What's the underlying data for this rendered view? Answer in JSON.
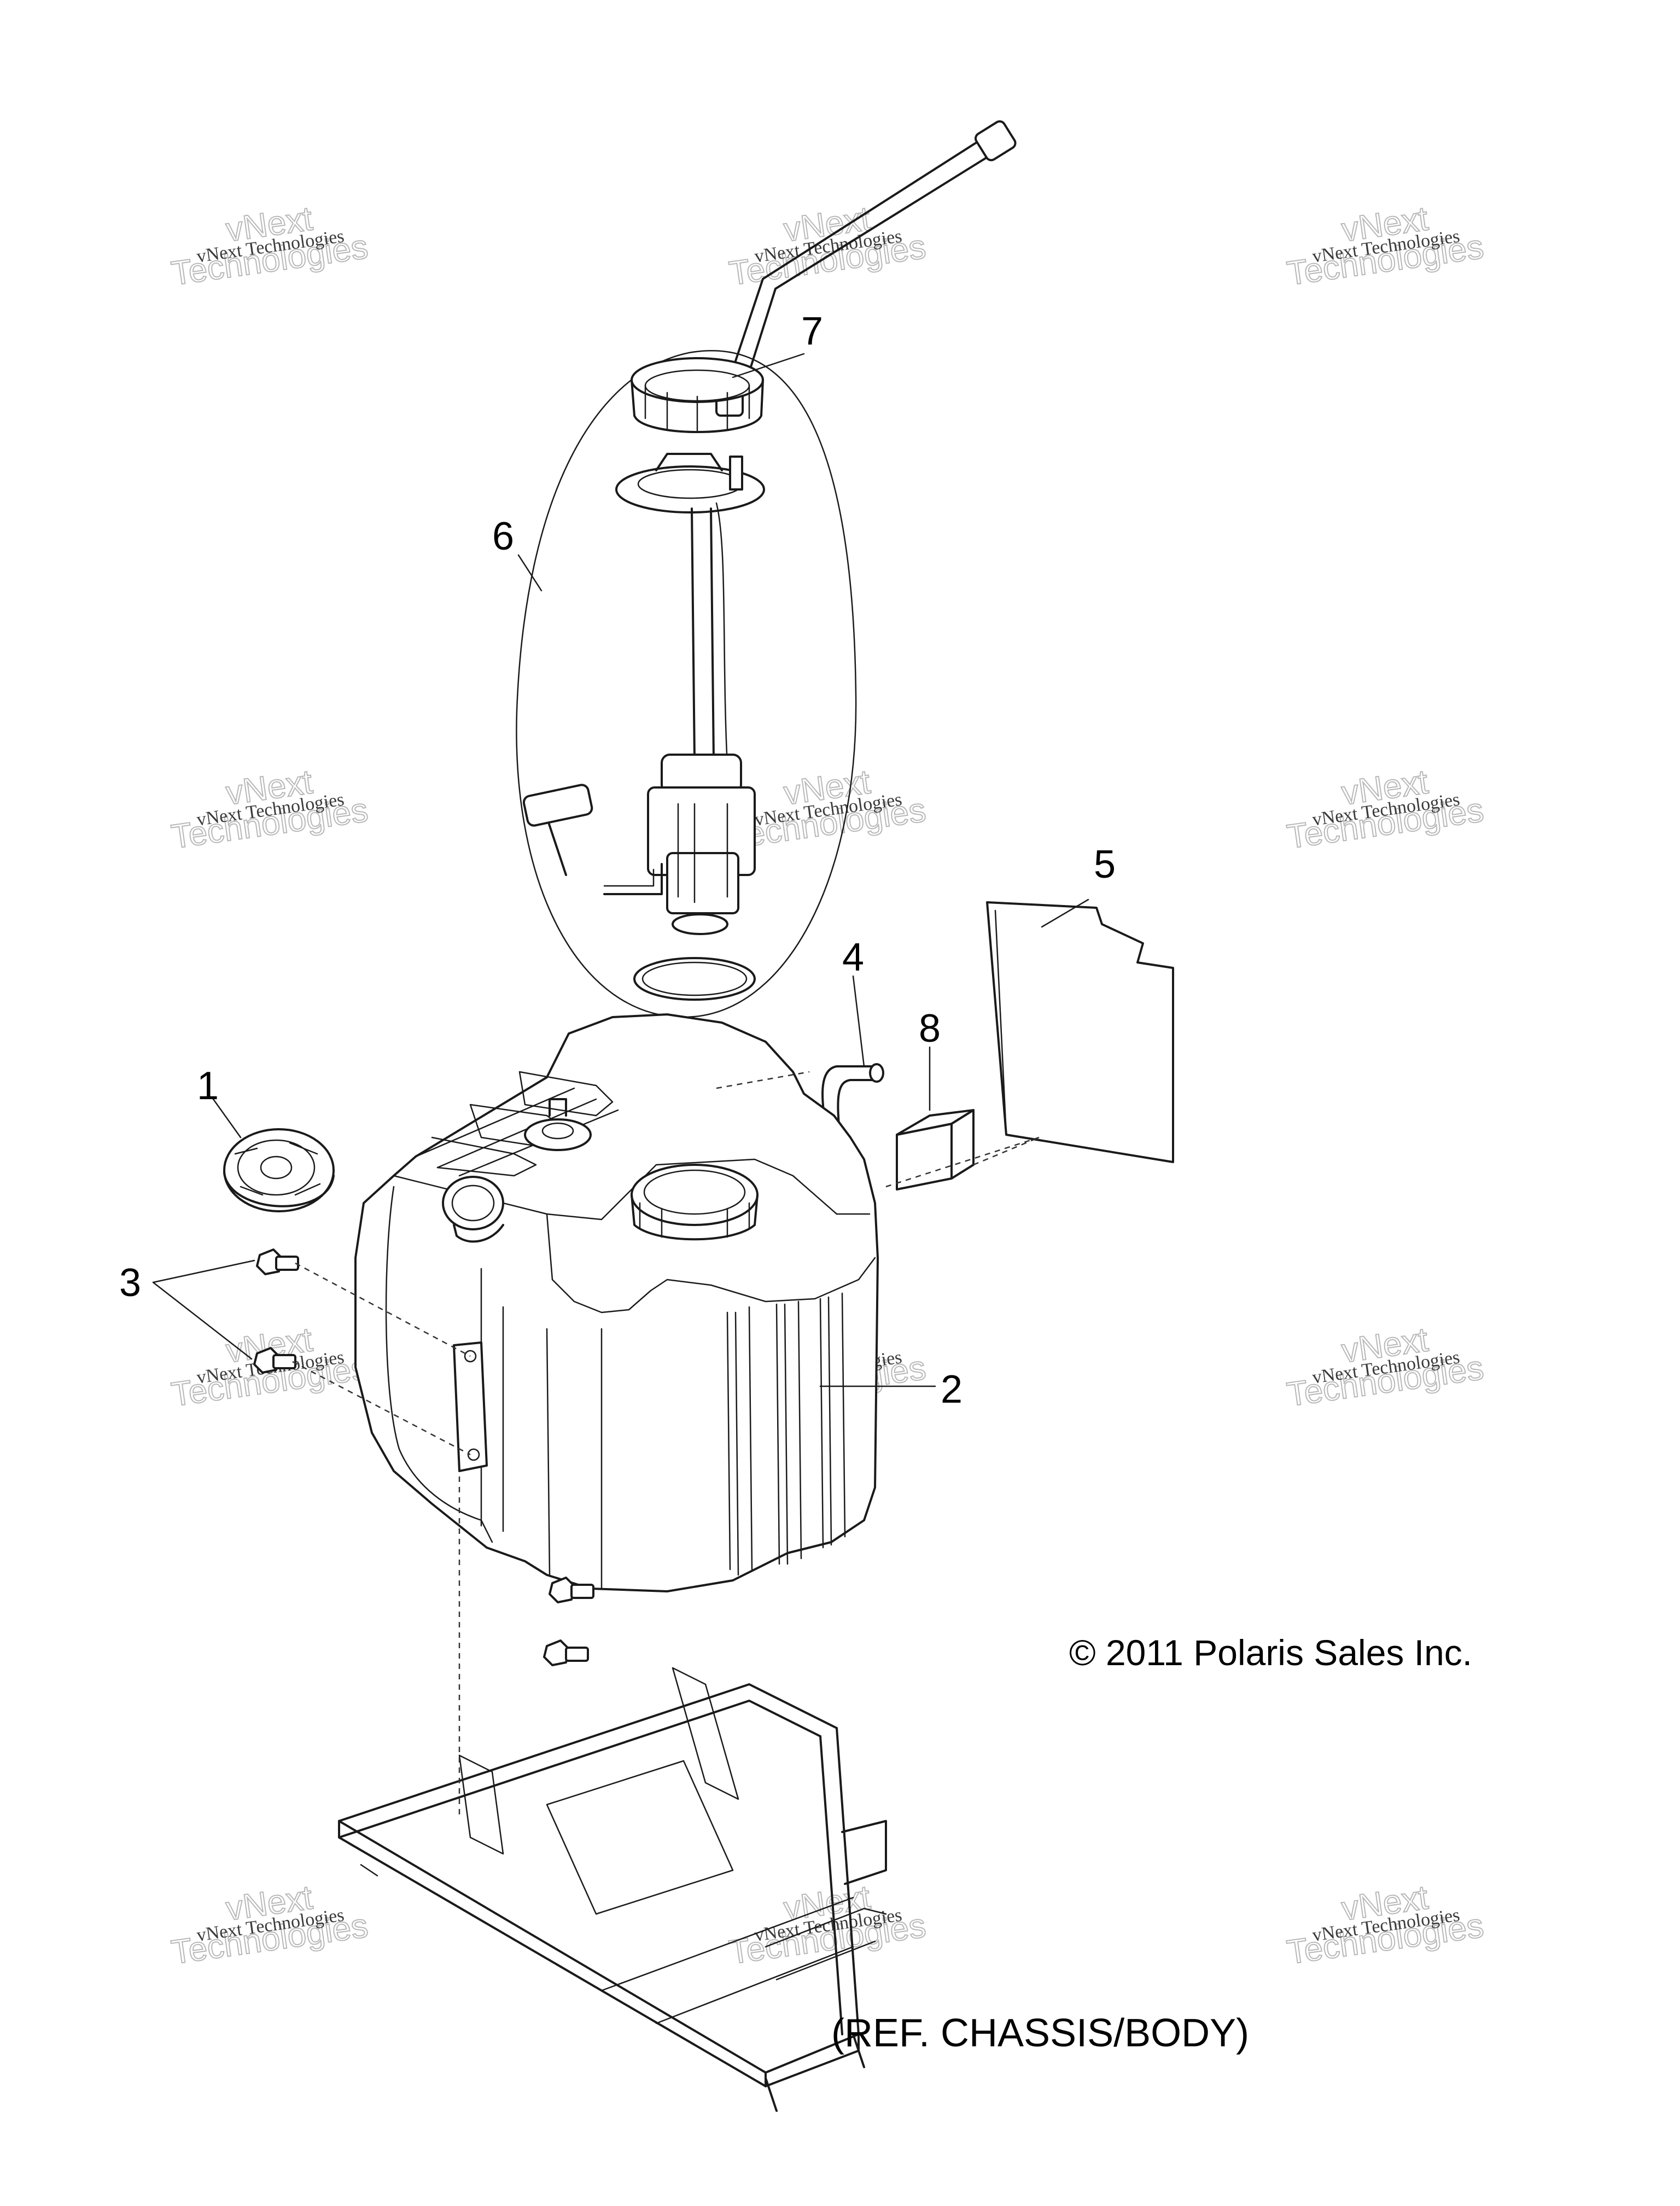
{
  "callouts": [
    {
      "number": "1",
      "part": "fuel-cap"
    },
    {
      "number": "2",
      "part": "fuel-tank"
    },
    {
      "number": "3",
      "part": "bolt"
    },
    {
      "number": "4",
      "part": "vent-hose"
    },
    {
      "number": "5",
      "part": "heat-shield"
    },
    {
      "number": "6",
      "part": "fuel-pump-assembly"
    },
    {
      "number": "7",
      "part": "fuel-line"
    },
    {
      "number": "8",
      "part": "foam-pad"
    }
  ],
  "copyright": "© 2011 Polaris Sales Inc.",
  "reference_note": "(REF. CHASSIS/BODY)",
  "watermark": {
    "line1": "vNext Technologies",
    "line2": "vNext",
    "line3": "Technologies"
  }
}
